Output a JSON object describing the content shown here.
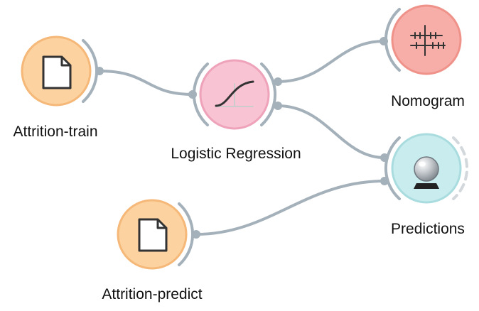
{
  "workflow": {
    "nodes": [
      {
        "id": "attrition-train",
        "label": "Attrition-train",
        "widget": "file",
        "icon": "document-icon",
        "fill": "#fcd3a0",
        "stroke": "#f5b878",
        "outputs": 1,
        "inputs": 0
      },
      {
        "id": "logistic-regression",
        "label": "Logistic Regression",
        "widget": "learner",
        "icon": "sigmoid-curve-icon",
        "fill": "#f8c3d3",
        "stroke": "#eea3ba",
        "outputs": 2,
        "inputs": 1
      },
      {
        "id": "nomogram",
        "label": "Nomogram",
        "widget": "visualize",
        "icon": "nomogram-icon",
        "fill": "#f7aea8",
        "stroke": "#ef928a",
        "outputs": 0,
        "inputs": 1
      },
      {
        "id": "predictions",
        "label": "Predictions",
        "widget": "evaluate",
        "icon": "crystal-ball-icon",
        "fill": "#c9ecee",
        "stroke": "#a9dcdf",
        "outputs": 1,
        "inputs": 2
      },
      {
        "id": "attrition-predict",
        "label": "Attrition-predict",
        "widget": "file",
        "icon": "document-icon",
        "fill": "#fcd3a0",
        "stroke": "#f5b878",
        "outputs": 1,
        "inputs": 0
      }
    ],
    "links": [
      {
        "from": "attrition-train",
        "from_port": 0,
        "to": "logistic-regression",
        "to_port": 0
      },
      {
        "from": "logistic-regression",
        "from_port": 0,
        "to": "nomogram",
        "to_port": 0
      },
      {
        "from": "logistic-regression",
        "from_port": 1,
        "to": "predictions",
        "to_port": 0
      },
      {
        "from": "attrition-predict",
        "from_port": 0,
        "to": "predictions",
        "to_port": 1
      }
    ],
    "colors": {
      "link": "#a4b1ba",
      "arc": "#a4b1ba",
      "arc_inactive": "#d2d8dc",
      "icon": "#333333"
    }
  }
}
